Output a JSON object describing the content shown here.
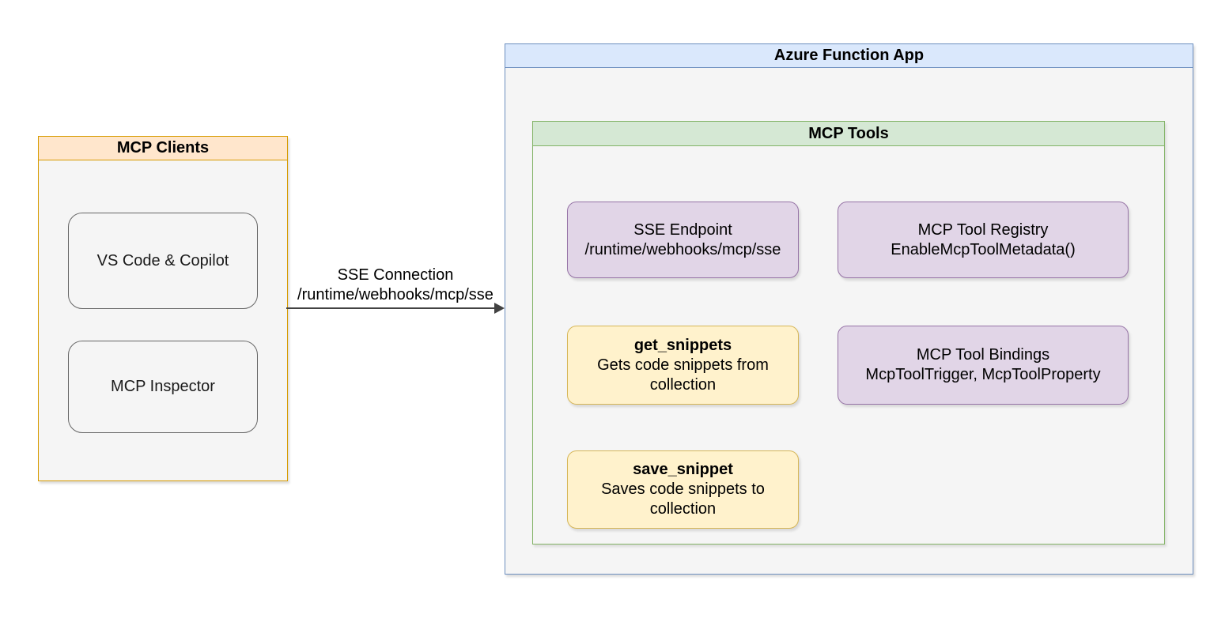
{
  "clients": {
    "title": "MCP Clients",
    "nodes": [
      {
        "label": "VS Code & Copilot"
      },
      {
        "label": "MCP Inspector"
      }
    ]
  },
  "connection": {
    "name": "SSE Connection",
    "path": "/runtime/webhooks/mcp/sse"
  },
  "function_app": {
    "title": "Azure Function App"
  },
  "tools": {
    "title": "MCP Tools",
    "nodes": [
      {
        "title": "SSE Endpoint",
        "subtitle": "/runtime/webhooks/mcp/sse",
        "fill": "#e1d5e7",
        "border": "#9673a6"
      },
      {
        "title": "MCP Tool Registry",
        "subtitle": "EnableMcpToolMetadata()",
        "fill": "#e1d5e7",
        "border": "#9673a6"
      },
      {
        "title": "get_snippets",
        "subtitle": "Gets code snippets from collection",
        "fill": "#fff2cc",
        "border": "#d6b656"
      },
      {
        "title": "MCP Tool Bindings",
        "subtitle": "McpToolTrigger, McpToolProperty",
        "fill": "#e1d5e7",
        "border": "#9673a6"
      },
      {
        "title": "save_snippet",
        "subtitle": "Saves code snippets to collection",
        "fill": "#fff2cc",
        "border": "#d6b656"
      }
    ]
  },
  "colors": {
    "clients_header_fill": "#ffe6cc",
    "clients_border": "#d79b00",
    "azure_header_fill": "#dae8fc",
    "azure_border": "#6c8ebf",
    "tools_header_fill": "#d5e8d4",
    "tools_border": "#82b366",
    "container_body": "#f5f5f5",
    "arrow": "#424242"
  }
}
